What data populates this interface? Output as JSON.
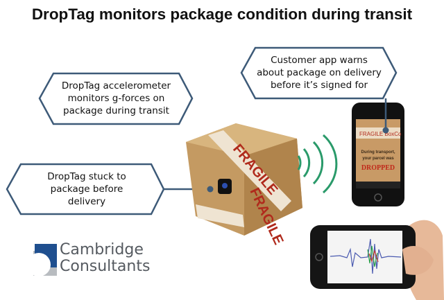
{
  "title": "DropTag monitors package condition during transit",
  "callouts": {
    "stuck": "DropTag stuck to package before delivery",
    "accelerometer": "DropTag accelerometer monitors g-forces on package during transit",
    "app": "Customer app warns about package on delivery before it’s signed for"
  },
  "package": {
    "tape_label": "FRAGILE"
  },
  "phone_screen": {
    "brand": "FRAGILE BoxCo",
    "message_line1": "During transport,",
    "message_line2": "your parcel was",
    "status": "DROPPED"
  },
  "logo": {
    "line1": "Cambridge",
    "line2": "Consultants"
  },
  "colors": {
    "callout_border": "#3d5a78",
    "logo_blue": "#1f4f8f",
    "signal_green": "#2a9a6a",
    "dropped_red": "#c0291a"
  }
}
